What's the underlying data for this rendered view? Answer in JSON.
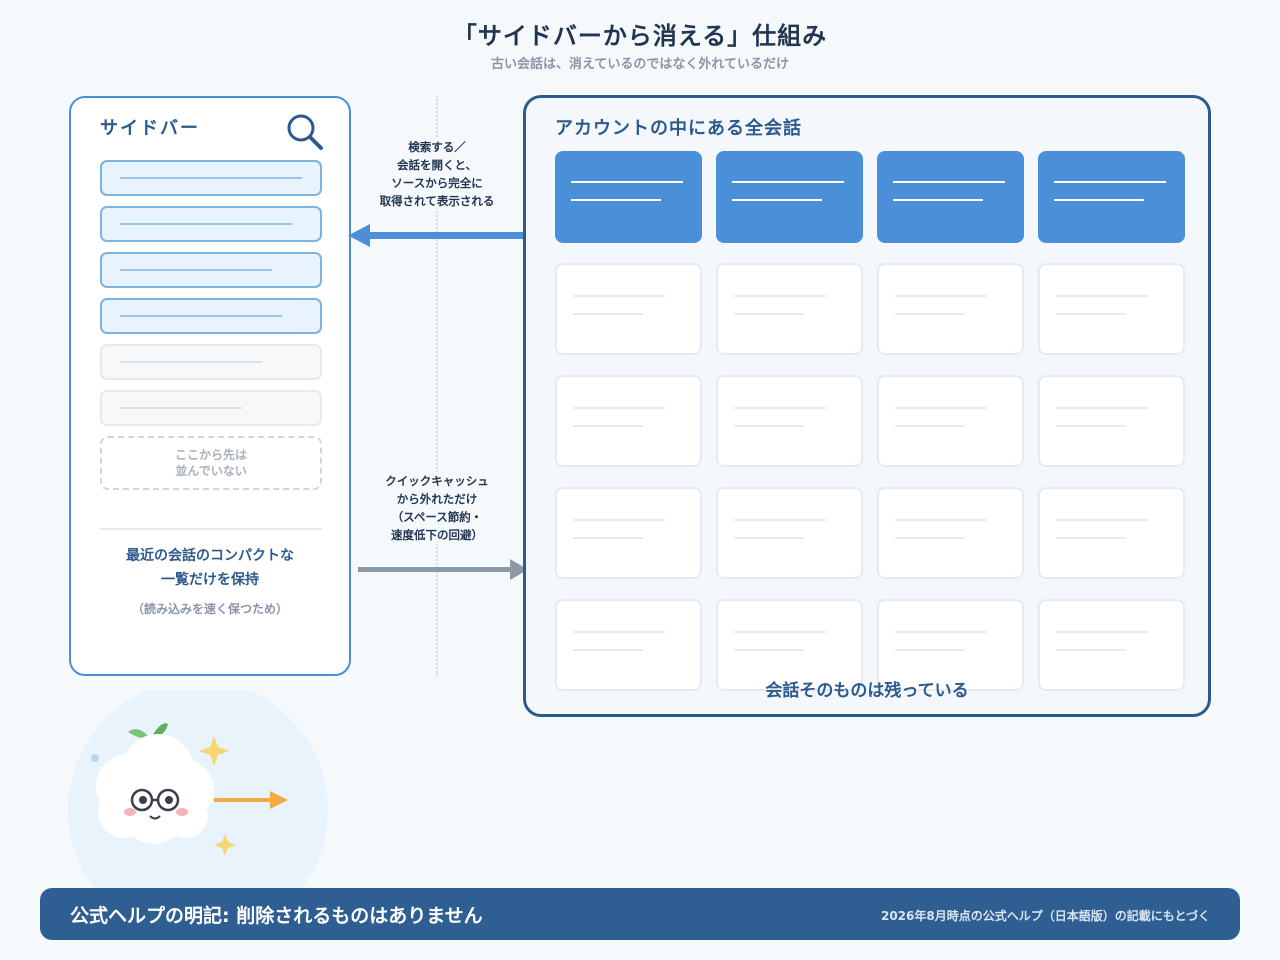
{
  "title": "「サイドバーから消える」仕組み",
  "subtitle": "古い会話は、消えているのではなく外れているだけ",
  "sidebar": {
    "title": "サイドバー",
    "search_icon": "search-icon",
    "cutoff_label_line1": "ここから先は",
    "cutoff_label_line2": "並んでいない",
    "note_line1": "最近の会話のコンパクトな",
    "note_line2": "一覧だけを保持",
    "note_sub": "（読み込みを速く保つため）"
  },
  "arrows": {
    "search_label": [
      "検索する／",
      "会話を開くと、",
      "ソースから完全に",
      "取得されて表示される"
    ],
    "cache_label": [
      "クイックキャッシュ",
      "から外れただけ",
      "（スペース節約・",
      "速度低下の回避）"
    ],
    "colors": {
      "search_arrow": "#4a8fd8",
      "cache_arrow": "#8e99a8"
    }
  },
  "account": {
    "title": "アカウントの中にある全会話",
    "note": "会話そのものは残っている",
    "highlight_color": "#4a8fd8"
  },
  "footer": {
    "main": "公式ヘルプの明記: 削除されるものはありません",
    "note": "2026年8月時点の公式ヘルプ（日本語版）の記載にもとづく"
  },
  "mascot": {
    "icon": "cloud-mascot-icon"
  }
}
